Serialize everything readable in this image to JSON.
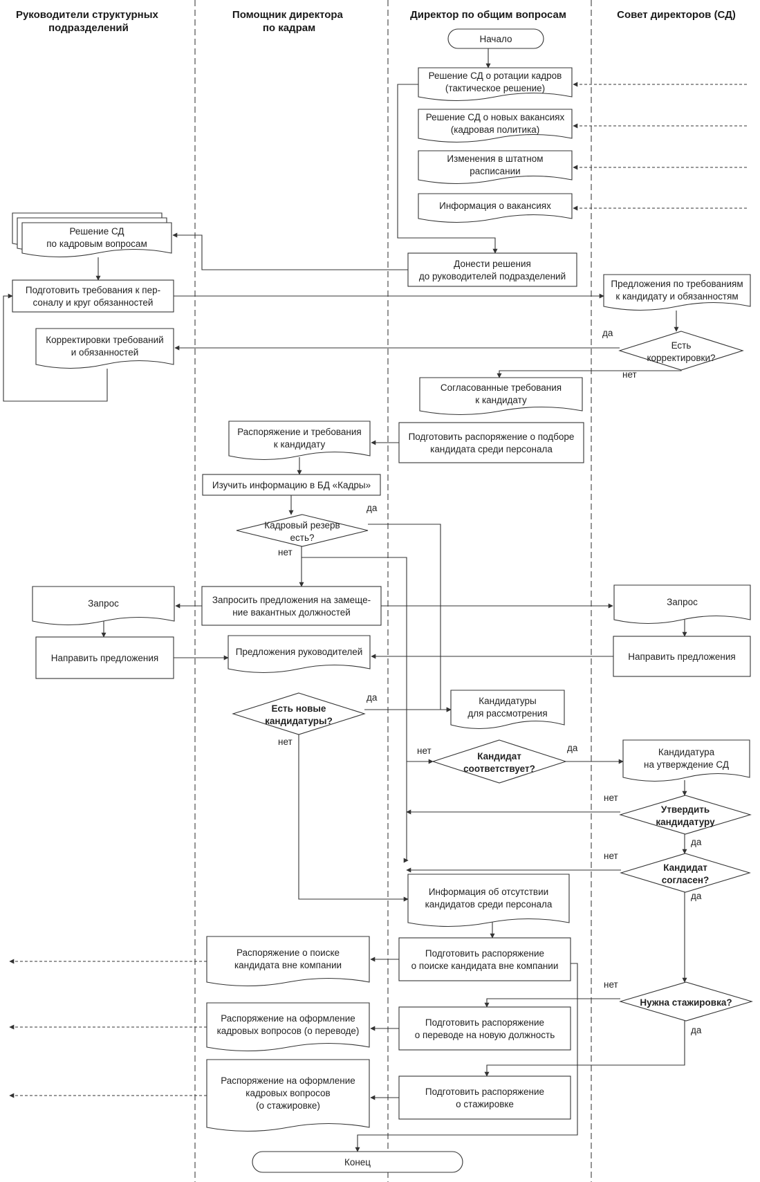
{
  "lanes": [
    {
      "title": [
        "Руководители структурных",
        "подразделений"
      ]
    },
    {
      "title": [
        "Помощник директора",
        "по кадрам"
      ]
    },
    {
      "title": [
        "Директор по общим вопросам"
      ]
    },
    {
      "title": [
        "Совет директоров (СД)"
      ]
    }
  ],
  "nodes": {
    "start": {
      "lines": [
        "Начало"
      ]
    },
    "doc_rotation": {
      "lines": [
        "Решение СД о ротации кадров",
        "(тактическое решение)"
      ]
    },
    "doc_new_vacancies": {
      "lines": [
        "Решение СД о новых вакансиях",
        "(кадровая политика)"
      ]
    },
    "doc_staff_changes": {
      "lines": [
        "Изменения в штатном",
        "расписании"
      ]
    },
    "doc_vacancy_info": {
      "lines": [
        "Информация о вакансиях"
      ]
    },
    "doc_sd_decision": {
      "lines": [
        "Решение СД",
        "по кадровым вопросам"
      ]
    },
    "proc_deliver": {
      "lines": [
        "Донести решения",
        "до руководителей подразделений"
      ]
    },
    "proc_prepare_req": {
      "lines": [
        "Подготовить требования к пер-",
        "соналу и круг обязанностей"
      ]
    },
    "doc_proposals_req": {
      "lines": [
        "Предложения по требованиям",
        "к кандидату и обязанностям"
      ]
    },
    "doc_corrections": {
      "lines": [
        "Корректировки требований",
        "и обязанностей"
      ]
    },
    "dec_corrections": {
      "lines": [
        "Есть",
        "корректировки?"
      ]
    },
    "doc_agreed_req": {
      "lines": [
        "Согласованные требования",
        "к кандидату"
      ]
    },
    "proc_prepare_order": {
      "lines": [
        "Подготовить распоряжение о подборе",
        "кандидата среди персонала"
      ]
    },
    "doc_order_req": {
      "lines": [
        "Распоряжение и требования",
        "к кандидату"
      ]
    },
    "proc_study_db": {
      "lines": [
        "Изучить информацию в БД «Кадры»"
      ]
    },
    "dec_reserve": {
      "lines": [
        "Кадровый резерв",
        "есть?"
      ]
    },
    "proc_request_prop": {
      "lines": [
        "Запросить предложения на замеще-",
        "ние вакантных должностей"
      ]
    },
    "doc_request_left": {
      "lines": [
        "Запрос"
      ]
    },
    "doc_request_right": {
      "lines": [
        "Запрос"
      ]
    },
    "proc_send_left": {
      "lines": [
        "Направить предложения"
      ]
    },
    "proc_send_right": {
      "lines": [
        "Направить предложения"
      ]
    },
    "doc_managers_prop": {
      "lines": [
        "Предложения руководителей"
      ]
    },
    "dec_new_candidates": {
      "lines": [
        "Есть новые",
        "кандидатуры?"
      ]
    },
    "doc_candidates": {
      "lines": [
        "Кандидатуры",
        "для рассмотрения"
      ]
    },
    "dec_candidate_fits": {
      "lines": [
        "Кандидат",
        "соответствует?"
      ]
    },
    "doc_candidate_approval": {
      "lines": [
        "Кандидатура",
        "на утверждение СД"
      ]
    },
    "dec_approve": {
      "lines": [
        "Утвердить",
        "кандидатуру"
      ]
    },
    "dec_agrees": {
      "lines": [
        "Кандидат",
        "согласен?"
      ]
    },
    "doc_no_candidates": {
      "lines": [
        "Информация об отсутствии",
        "кандидатов среди персонала"
      ]
    },
    "proc_prepare_outside": {
      "lines": [
        "Подготовить распоряжение",
        "о поиске кандидата вне компании"
      ]
    },
    "doc_order_outside": {
      "lines": [
        "Распоряжение о поиске",
        "кандидата вне компании"
      ]
    },
    "dec_internship": {
      "lines": [
        "Нужна стажировка?"
      ]
    },
    "proc_prepare_transfer": {
      "lines": [
        "Подготовить распоряжение",
        "о переводе на новую должность"
      ]
    },
    "doc_order_transfer": {
      "lines": [
        "Распоряжение на оформление",
        "кадровых вопросов (о переводе)"
      ]
    },
    "proc_prepare_internship": {
      "lines": [
        "Подготовить распоряжение",
        "о стажировке"
      ]
    },
    "doc_order_internship": {
      "lines": [
        "Распоряжение на оформление",
        "кадровых вопросов",
        "(о стажировке)"
      ]
    },
    "end": {
      "lines": [
        "Конец"
      ]
    }
  },
  "edge_labels": {
    "yes": "да",
    "no": "нет"
  }
}
